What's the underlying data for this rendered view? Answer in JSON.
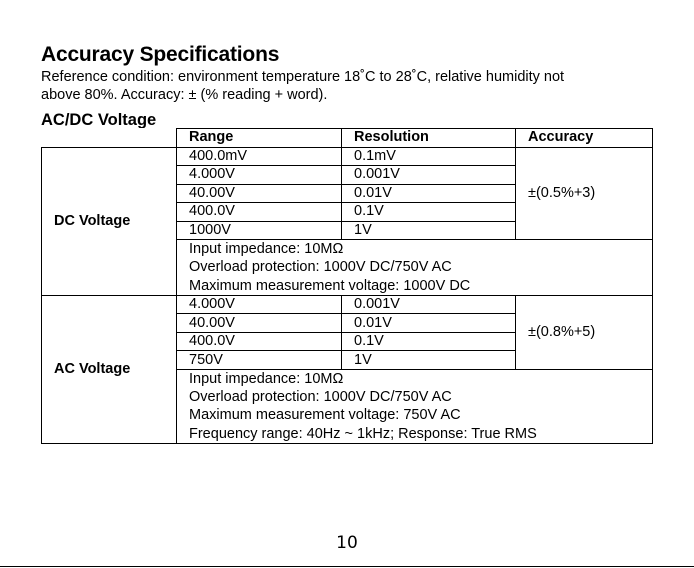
{
  "title": "Accuracy Specifications",
  "reference": {
    "line1": "Reference condition: environment temperature 18˚C to 28˚C, relative humidity not",
    "line2": "above 80%. Accuracy: ± (% reading + word)."
  },
  "section_title": "AC/DC Voltage",
  "table": {
    "headers": {
      "range": "Range",
      "resolution": "Resolution",
      "accuracy": "Accuracy"
    },
    "dc": {
      "label": "DC Voltage",
      "rows": [
        {
          "range": "400.0mV",
          "resolution": "0.1mV"
        },
        {
          "range": "4.000V",
          "resolution": "0.001V"
        },
        {
          "range": "40.00V",
          "resolution": "0.01V"
        },
        {
          "range": "400.0V",
          "resolution": "0.1V"
        },
        {
          "range": "1000V",
          "resolution": "1V"
        }
      ],
      "accuracy": "±(0.5%+3)",
      "notes": [
        "Input impedance: 10MΩ",
        "Overload protection: 1000V DC/750V AC",
        "Maximum measurement voltage: 1000V DC"
      ]
    },
    "ac": {
      "label": "AC Voltage",
      "rows": [
        {
          "range": "4.000V",
          "resolution": "0.001V"
        },
        {
          "range": "40.00V",
          "resolution": "0.01V"
        },
        {
          "range": "400.0V",
          "resolution": "0.1V"
        },
        {
          "range": "750V",
          "resolution": "1V"
        }
      ],
      "accuracy": "±(0.8%+5)",
      "notes": [
        "Input impedance: 10MΩ",
        "Overload protection: 1000V DC/750V AC",
        "Maximum measurement voltage: 750V AC",
        "Frequency range: 40Hz ~ 1kHz; Response: True RMS"
      ]
    }
  },
  "page_number": "10"
}
